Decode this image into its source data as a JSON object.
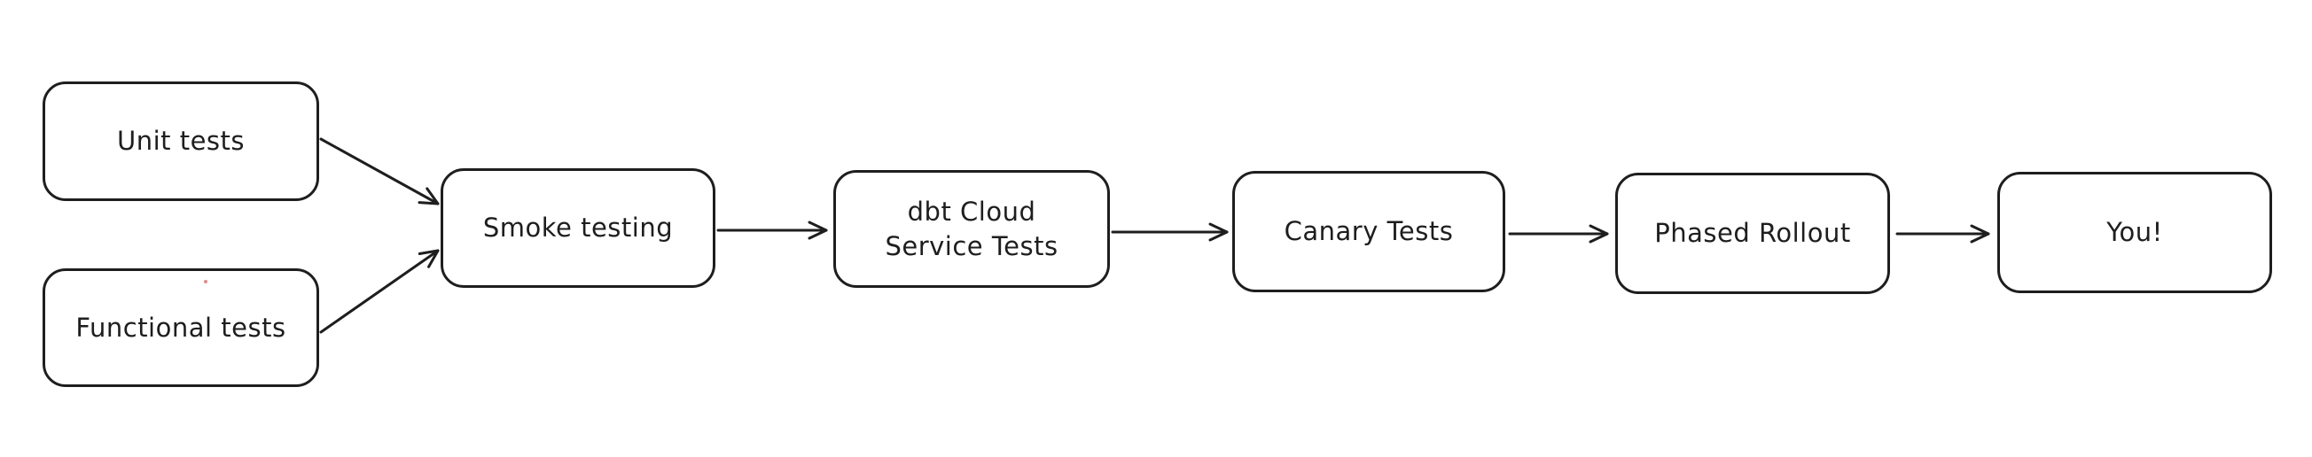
{
  "diagram": {
    "background_color": "#ffffff",
    "stroke_color": "#1e1e1e",
    "node_fill_color": "#ffffff",
    "stray_dot_color": "#e88888",
    "nodes": [
      {
        "id": "unit-tests",
        "label": "Unit tests"
      },
      {
        "id": "functional-tests",
        "label": "Functional tests"
      },
      {
        "id": "smoke-testing",
        "label": "Smoke testing"
      },
      {
        "id": "dbt-cloud-service-tests",
        "label": "dbt Cloud\nService Tests"
      },
      {
        "id": "canary-tests",
        "label": "Canary Tests"
      },
      {
        "id": "phased-rollout",
        "label": "Phased Rollout"
      },
      {
        "id": "you",
        "label": "You!"
      }
    ],
    "edges": [
      {
        "from": "unit-tests",
        "to": "smoke-testing"
      },
      {
        "from": "functional-tests",
        "to": "smoke-testing"
      },
      {
        "from": "smoke-testing",
        "to": "dbt-cloud-service-tests"
      },
      {
        "from": "dbt-cloud-service-tests",
        "to": "canary-tests"
      },
      {
        "from": "canary-tests",
        "to": "phased-rollout"
      },
      {
        "from": "phased-rollout",
        "to": "you"
      }
    ]
  }
}
